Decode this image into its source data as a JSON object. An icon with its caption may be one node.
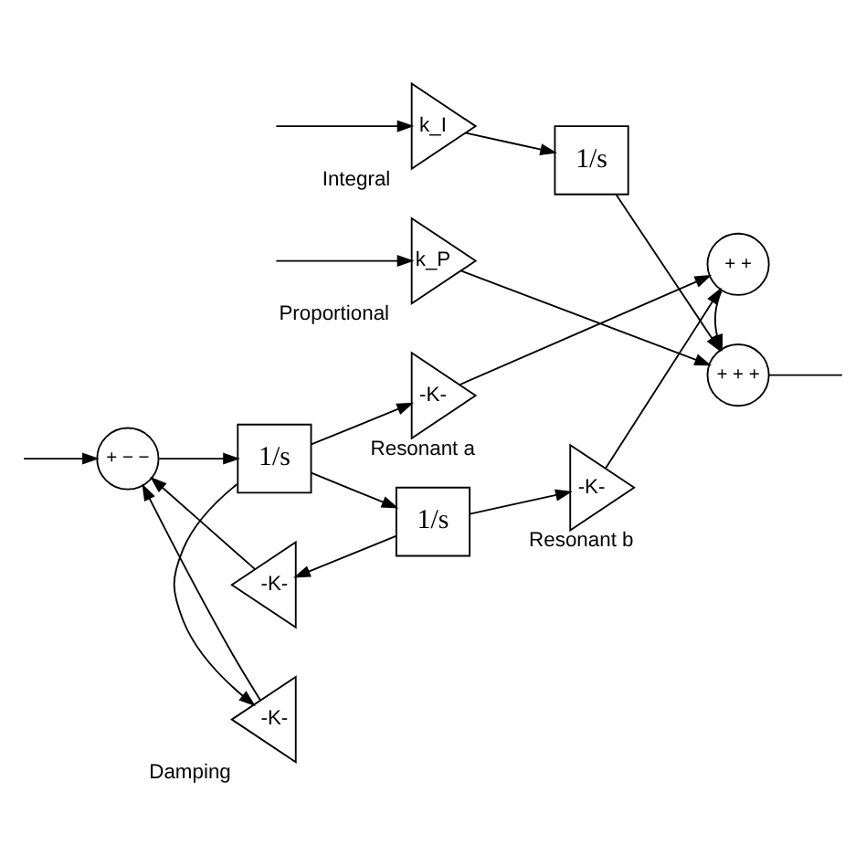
{
  "diagram": {
    "nodes": [
      {
        "text": [
          "k_I"
        ],
        "beside": [
          "Integral"
        ]
      },
      {
        "text": [
          "1/s"
        ]
      },
      {
        "text": [
          "k_P"
        ],
        "beside": [
          "Proportional"
        ]
      },
      {
        "text": [
          "+ + +"
        ]
      },
      {
        "text": [
          "-K-"
        ],
        "beside": [
          "Damping"
        ]
      },
      {
        "text": [
          "-K-"
        ],
        "beside": [
          "Resonant a"
        ]
      },
      {
        "text": [
          "+ +"
        ]
      },
      {
        "text": [
          "+ − −"
        ]
      },
      {
        "text": [
          "1/s"
        ]
      },
      {
        "text": [
          "1/s"
        ]
      },
      {
        "text": [
          "-K-"
        ],
        "beside": [
          "Resonant b"
        ]
      },
      {
        "text": [
          "-K-"
        ]
      }
    ],
    "edges": [
      {
        "from": null,
        "to": 0,
        "arrow": "to"
      },
      {
        "from": null,
        "to": 2,
        "arrow": "to"
      },
      {
        "from": null,
        "to": 7,
        "arrow": "to"
      },
      {
        "from": 0,
        "to": 1,
        "arrow": "to"
      },
      {
        "from": 1,
        "to": 3,
        "arrow": "to"
      },
      {
        "from": 2,
        "to": 3,
        "arrow": "to"
      },
      {
        "from": 6,
        "to": 3,
        "arrow": "to"
      },
      {
        "from": 3,
        "to": null,
        "arrow": "none"
      },
      {
        "from": 8,
        "to": 4,
        "arrow": "to"
      },
      {
        "from": 8,
        "to": 5,
        "arrow": "to"
      },
      {
        "from": 8,
        "to": 9,
        "arrow": "to"
      },
      {
        "from": 4,
        "to": 7,
        "arrow": "to"
      },
      {
        "from": 7,
        "to": 8,
        "arrow": "to"
      },
      {
        "from": 5,
        "to": 6,
        "arrow": "to"
      },
      {
        "from": 9,
        "to": 10,
        "arrow": "to"
      },
      {
        "from": 9,
        "to": 11,
        "arrow": "to"
      },
      {
        "from": 10,
        "to": 6,
        "arrow": "to"
      },
      {
        "from": 11,
        "to": 7,
        "arrow": "to"
      }
    ]
  }
}
